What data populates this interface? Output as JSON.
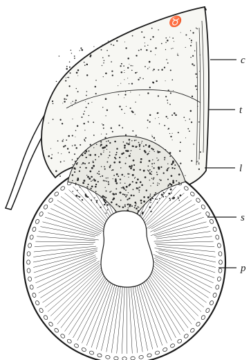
{
  "figure": {
    "top_mark": "♉",
    "labels": {
      "c": "c",
      "t": "t",
      "l": "l",
      "s": "s",
      "p": "p"
    }
  },
  "colors": {
    "ink": "#1a1a1a",
    "paper": "#ffffff",
    "stipple": "#2b2b2b",
    "cap_fill": "#f7f7f3"
  }
}
